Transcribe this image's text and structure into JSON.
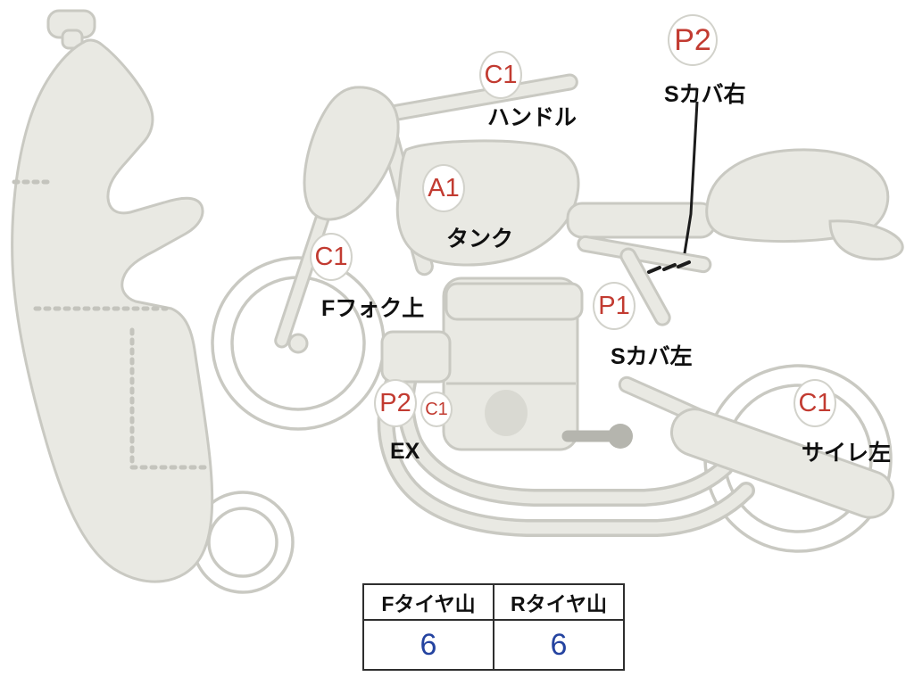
{
  "diagram": {
    "title": "motorcycle-damage-inspection-diagram",
    "markers": [
      {
        "code": "C1",
        "label": "ハンドル"
      },
      {
        "code": "P2",
        "label": "Sカバ右"
      },
      {
        "code": "A1",
        "label": "タンク"
      },
      {
        "code": "C1",
        "label": "Fフォク上"
      },
      {
        "code": "P1",
        "label": "Sカバ左"
      },
      {
        "code": "P2",
        "label": "EX"
      },
      {
        "code": "C1",
        "label": ""
      },
      {
        "code": "C1",
        "label": "サイレ左"
      }
    ]
  },
  "tire_table": {
    "headers": [
      "Fタイヤ山",
      "Rタイヤ山"
    ],
    "values": [
      "6",
      "6"
    ]
  },
  "colors": {
    "marker_red": "#c23b31",
    "value_blue": "#2443a0",
    "body_fill": "#e9e9e3",
    "body_stroke": "#c9c9c2"
  }
}
